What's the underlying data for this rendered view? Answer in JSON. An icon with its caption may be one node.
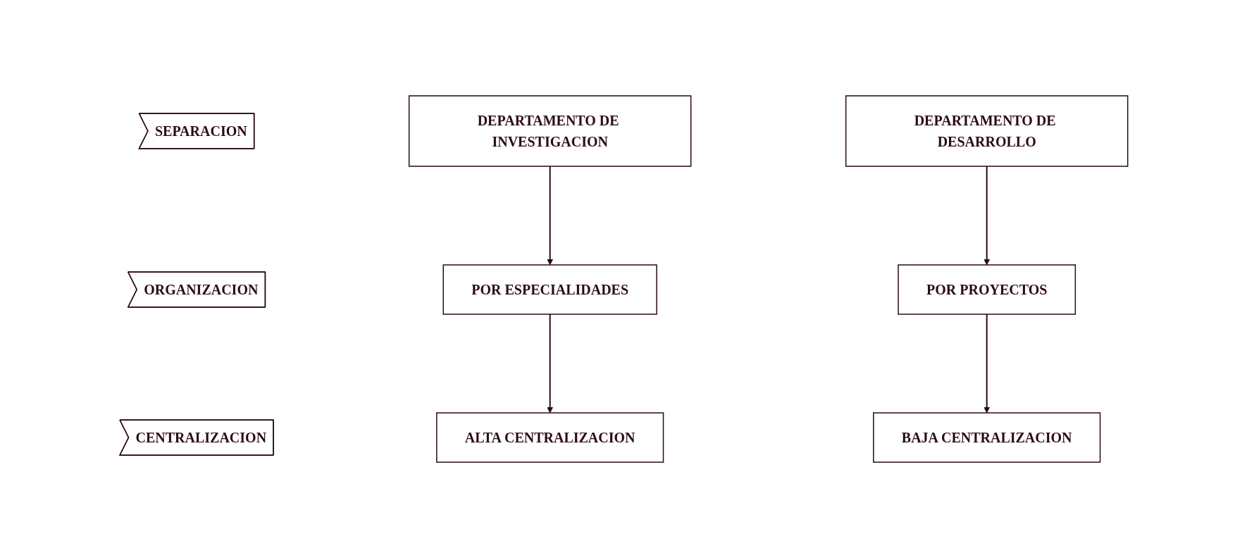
{
  "diagram": {
    "nodes": [
      {
        "text": [
          "SEPARACION"
        ]
      },
      {
        "text": [
          "DEPARTAMENTO DE INVESTIGACION"
        ]
      },
      {
        "text": [
          "DEPARTAMENTO DE DESARROLLO"
        ]
      },
      {
        "text": [
          "ORGANIZACION"
        ]
      },
      {
        "text": [
          "POR ESPECIALIDADES"
        ]
      },
      {
        "text": [
          "POR PROYECTOS"
        ]
      },
      {
        "text": [
          "CENTRALIZACION"
        ]
      },
      {
        "text": [
          "ALTA CENTRALIZACION"
        ]
      },
      {
        "text": [
          "BAJA CENTRALIZACION"
        ]
      }
    ],
    "edges": [
      {
        "from": 1,
        "to": 4,
        "arrow": "to"
      },
      {
        "from": 4,
        "to": 7,
        "arrow": "to"
      },
      {
        "from": 2,
        "to": 5,
        "arrow": "to"
      },
      {
        "from": 5,
        "to": 8,
        "arrow": "to"
      }
    ]
  }
}
